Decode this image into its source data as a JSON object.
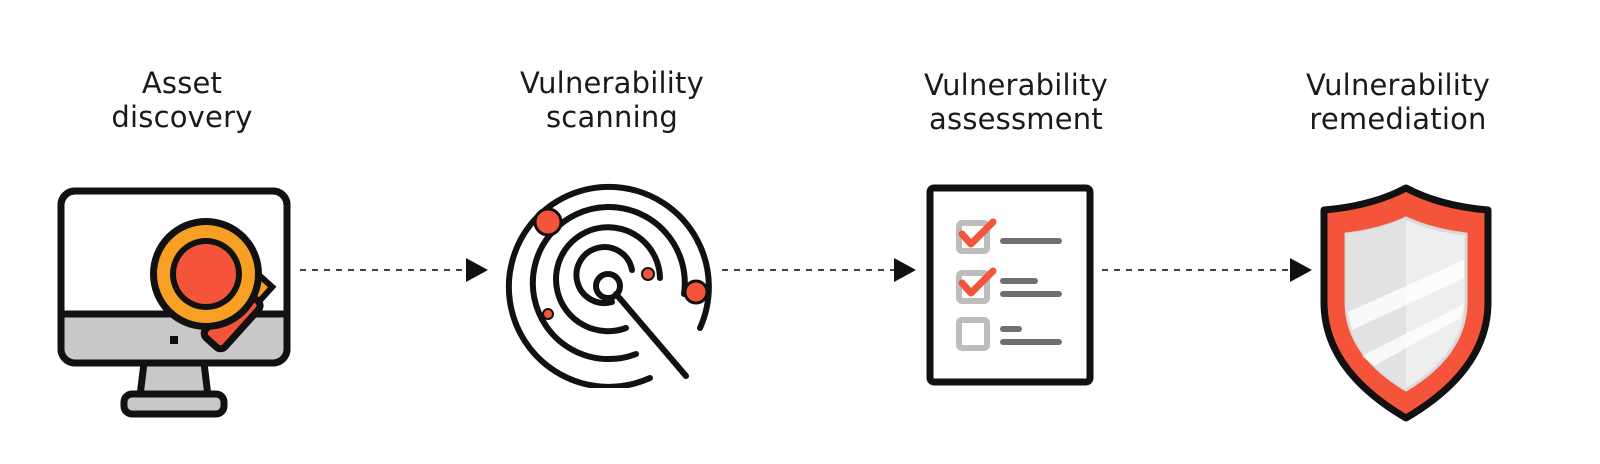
{
  "colors": {
    "outline": "#111111",
    "accent_red": "#f4553a",
    "accent_orange": "#f7a024",
    "monitor_gray": "#c8c8c8",
    "check_gray": "#bdbdbd",
    "line_gray": "#6f6f73",
    "shield_light": "#eeeeee"
  },
  "steps": [
    {
      "line1": "Asset",
      "line2": "discovery",
      "icon": "monitor-magnifier-icon"
    },
    {
      "line1": "Vulnerability",
      "line2": "scanning",
      "icon": "radar-icon"
    },
    {
      "line1": "Vulnerability",
      "line2": "assessment",
      "icon": "checklist-icon"
    },
    {
      "line1": "Vulnerability",
      "line2": "remediation",
      "icon": "shield-icon"
    }
  ]
}
